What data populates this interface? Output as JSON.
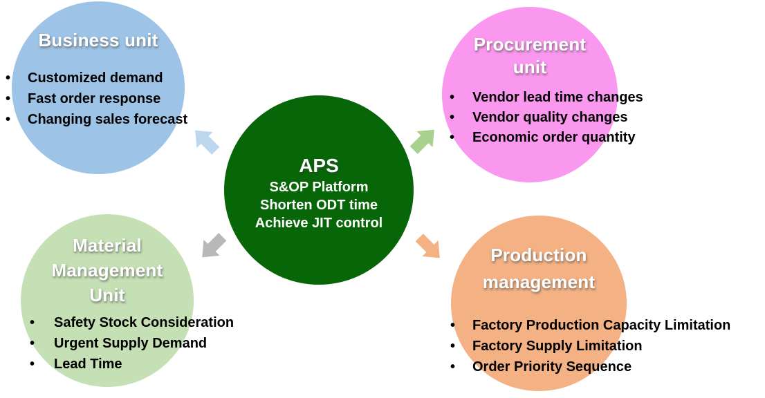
{
  "background": "#FFFFFF",
  "bullet_char": "•",
  "center": {
    "title": "APS",
    "subtitle_lines": [
      "S&OP Platform",
      "Shorten ODT time",
      "Achieve JIT control"
    ],
    "circle_color": "#076607",
    "text_color": "#FFFFFF"
  },
  "nodes": [
    {
      "id": "business-unit",
      "title_lines": [
        "Business unit"
      ],
      "items": [
        "Customized demand",
        "Fast order response",
        "Changing sales forecast"
      ],
      "circle_color": "#9DC3E6",
      "arrow": {
        "color": "#BDD7EE",
        "direction": "up-left"
      }
    },
    {
      "id": "procurement-unit",
      "title_lines": [
        "Procurement",
        "unit"
      ],
      "items": [
        "Vendor lead time changes",
        "Vendor quality changes",
        "Economic order quantity"
      ],
      "circle_color": "#FA97EF",
      "arrow": {
        "color": "#A9D18E",
        "direction": "up-right"
      }
    },
    {
      "id": "material-management-unit",
      "title_lines": [
        "Material",
        "Management",
        "Unit"
      ],
      "items": [
        "Safety Stock Consideration",
        "Urgent Supply Demand",
        "Lead Time"
      ],
      "circle_color": "#C5E0B4",
      "arrow": {
        "color": "#B8B8B8",
        "direction": "down-left"
      }
    },
    {
      "id": "production-management",
      "title_lines": [
        "Production",
        "management"
      ],
      "items": [
        "Factory Production Capacity Limitation",
        "Factory Supply Limitation",
        "Order Priority Sequence"
      ],
      "circle_color": "#F4B183",
      "arrow": {
        "color": "#F4B183",
        "direction": "down-right"
      }
    }
  ]
}
